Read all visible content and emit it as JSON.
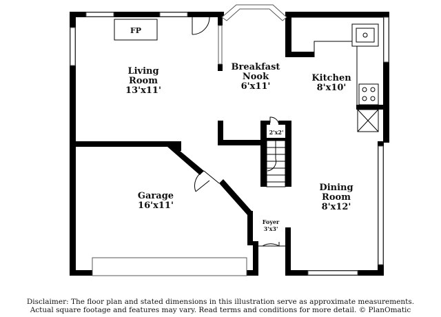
{
  "rooms": {
    "living": {
      "name_line1": "Living",
      "name_line2": "Room",
      "dims": "13'x11'"
    },
    "nook": {
      "name_line1": "Breakfast",
      "name_line2": "Nook",
      "dims": "6'x11'"
    },
    "kitchen": {
      "name": "Kitchen",
      "dims": "8'x10'"
    },
    "closet": {
      "dims": "2'x2'"
    },
    "garage": {
      "name": "Garage",
      "dims": "16'x11'"
    },
    "dining": {
      "name_line1": "Dining",
      "name_line2": "Room",
      "dims": "8'x12'"
    },
    "foyer": {
      "name": "Foyer",
      "dims": "3'x3'"
    }
  },
  "fixtures": {
    "fireplace_label": "FP"
  },
  "disclaimer": {
    "line1": "Disclaimer: The floor plan and stated dimensions in this illustration serve as approximate measurements.",
    "line2": "Actual square footage and features may vary. Read terms and conditions for more detail. © PlanOmatic"
  }
}
